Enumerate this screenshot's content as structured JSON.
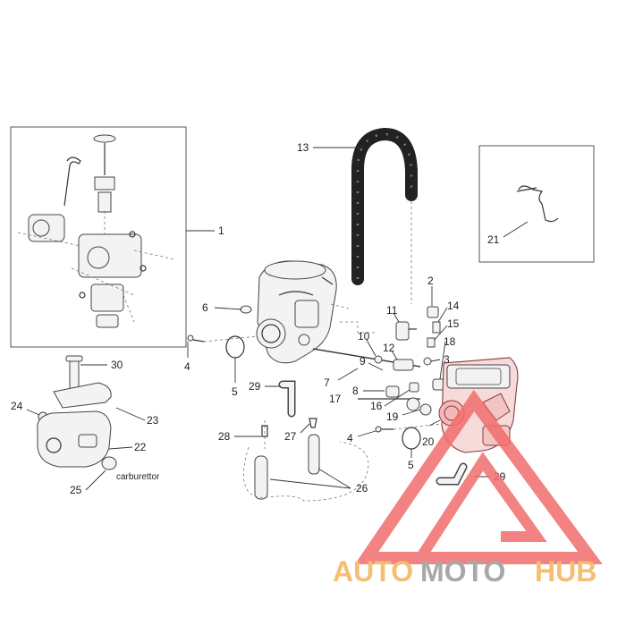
{
  "callouts": {
    "c1": "1",
    "c2": "2",
    "c3": "3",
    "c4a": "4",
    "c4b": "4",
    "c5a": "5",
    "c5b": "5",
    "c6": "6",
    "c7": "7",
    "c8": "8",
    "c9": "9",
    "c10": "10",
    "c11": "11",
    "c12": "12",
    "c13": "13",
    "c14": "14",
    "c15": "15",
    "c16": "16",
    "c17": "17",
    "c18": "18",
    "c19": "19",
    "c20": "20",
    "c21": "21",
    "c22": "22",
    "c23": "23",
    "c24": "24",
    "c25": "25",
    "c26": "26",
    "c27": "27",
    "c28": "28",
    "c29a": "29",
    "c29b": "29",
    "c30": "30"
  },
  "labels": {
    "carburettor": "carburettor"
  },
  "watermark": {
    "part1": "AUTO",
    "part2": "MOTO",
    "part3": "HUB"
  },
  "colors": {
    "accent": "#f26d6d",
    "brand_orange": "#f5b35a",
    "brand_gray": "#9a9a9a",
    "ink": "#333333"
  }
}
